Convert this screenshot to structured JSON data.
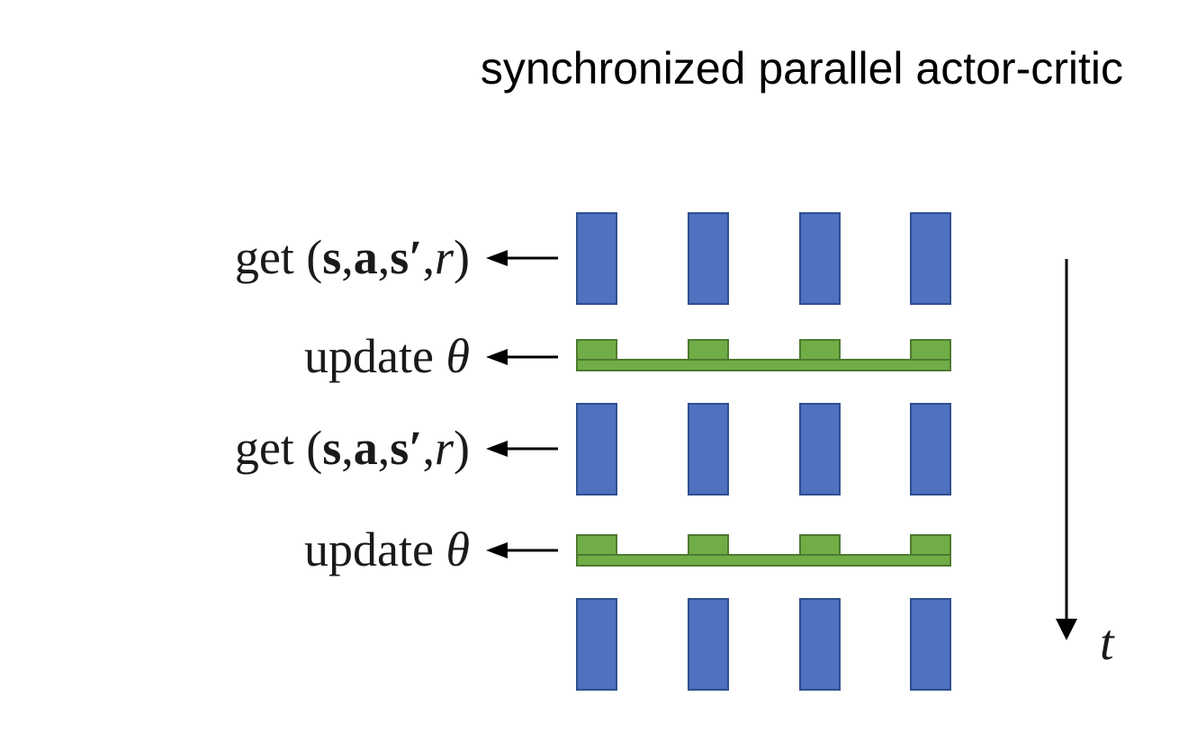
{
  "title": "synchronized parallel actor-critic",
  "rows": [
    {
      "kind": "get",
      "word": "get",
      "math": [
        "(",
        "s",
        ",",
        "a",
        ",",
        "s′",
        ",",
        "r",
        ")"
      ]
    },
    {
      "kind": "update",
      "word": "update",
      "symbol": "θ"
    },
    {
      "kind": "get",
      "word": "get",
      "math": [
        "(",
        "s",
        ",",
        "a",
        ",",
        "s′",
        ",",
        "r",
        ")"
      ]
    },
    {
      "kind": "update",
      "word": "update",
      "symbol": "θ"
    },
    {
      "kind": "get-final"
    }
  ],
  "num_workers": 4,
  "time_axis_label": "t",
  "colors": {
    "worker_fill": "#4e71c0",
    "worker_stroke": "#2f4f8f",
    "update_fill": "#70ad47",
    "update_stroke": "#4e7a30",
    "arrow": "#000000"
  }
}
